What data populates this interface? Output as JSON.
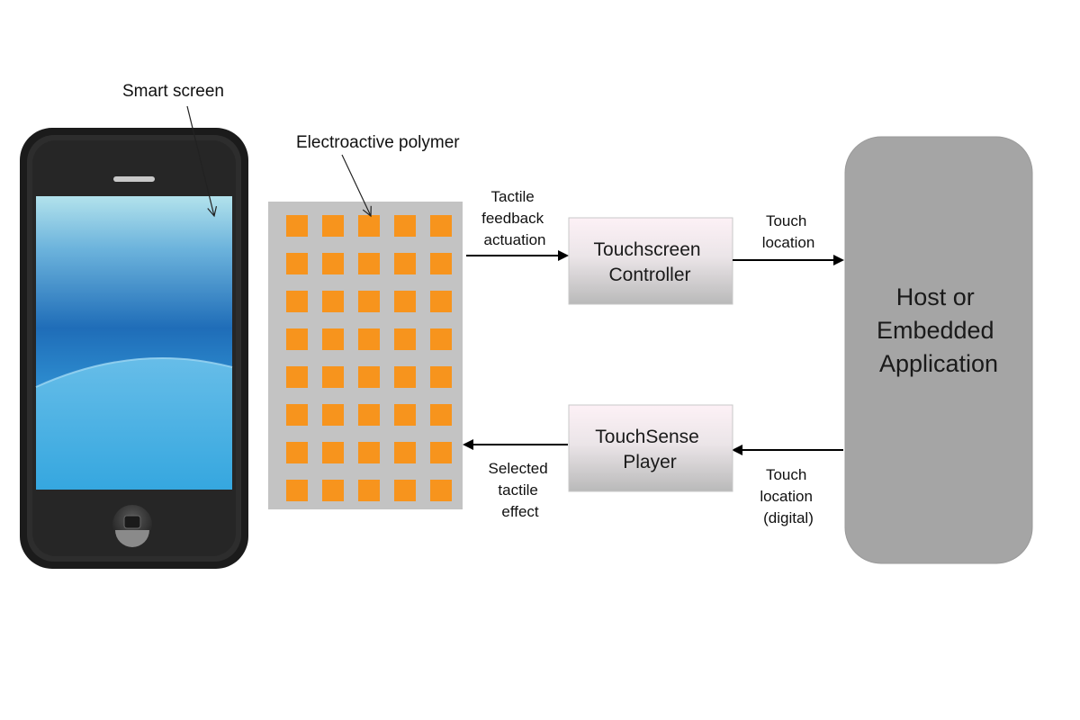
{
  "labels": {
    "smart_screen": "Smart screen",
    "electroactive_polymer": "Electroactive polymer",
    "tactile_feedback": [
      "Tactile",
      "feedback",
      "actuation"
    ],
    "touch_location_top": [
      "Touch",
      "location"
    ],
    "selected_tactile_effect": [
      "Selected",
      "tactile",
      "effect"
    ],
    "touch_location_digital": [
      "Touch",
      "location",
      "(digital)"
    ]
  },
  "boxes": {
    "touchscreen_controller": [
      "Touchscreen",
      "Controller"
    ],
    "touchsense_player": [
      "TouchSense",
      "Player"
    ],
    "host_application": [
      "Host or",
      "Embedded",
      "Application"
    ]
  },
  "polymer_grid": {
    "rows": 8,
    "cols": 5
  },
  "colors": {
    "phone_body": "#1c1c1c",
    "screen_top": "#a9dcea",
    "screen_mid": "#1f6fba",
    "screen_bottom": "#4ab3e2",
    "polymer_panel": "#c4c4c4",
    "polymer_cell": "#f7941d",
    "box_top": "#fbeef3",
    "box_bottom": "#bdbdbd",
    "host_fill": "#a6a6a6",
    "arrow": "#000000"
  }
}
